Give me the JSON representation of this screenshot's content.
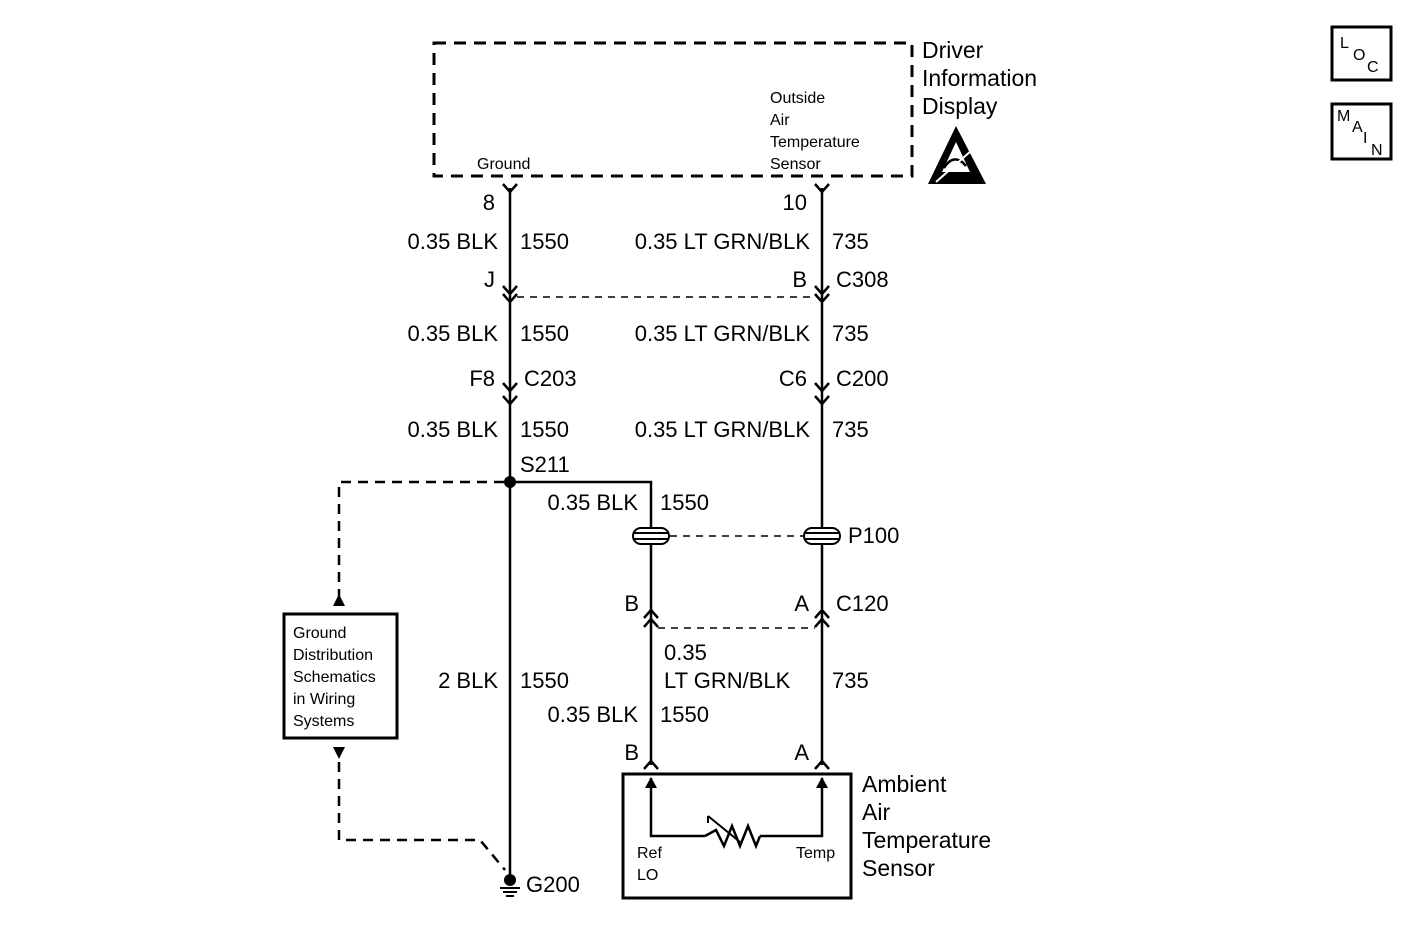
{
  "modules": {
    "driver_info_display": {
      "name_lines": [
        "Driver",
        "Information",
        "Display"
      ],
      "pin_ground": "Ground",
      "pin_oat_lines": [
        "Outside",
        "Air",
        "Temperature",
        "Sensor"
      ]
    },
    "ambient_sensor": {
      "name_lines": [
        "Ambient",
        "Air",
        "Temperature",
        "Sensor"
      ],
      "ref_lines": [
        "Ref",
        "LO"
      ],
      "temp": "Temp"
    },
    "ground_distribution": {
      "lines": [
        "Ground",
        "Distribution",
        "Schematics",
        "in Wiring",
        "Systems"
      ]
    }
  },
  "nav_buttons": {
    "loc": [
      "L",
      "O",
      "C"
    ],
    "main": [
      "M",
      "A",
      "I",
      "N"
    ]
  },
  "pins": {
    "dic_ground": "8",
    "dic_oat": "10",
    "c308_left": "J",
    "c308_right": "B",
    "c203_pin": "F8",
    "c200_pin": "C6",
    "c120_left": "B",
    "c120_right": "A",
    "sensor_left": "B",
    "sensor_right": "A"
  },
  "connectors": {
    "c308": "C308",
    "c203": "C203",
    "c200": "C200",
    "c120": "C120",
    "p100": "P100"
  },
  "splice": "S211",
  "ground": "G200",
  "wires": {
    "seg1_left_gauge": "0.35 BLK",
    "seg1_left_circuit": "1550",
    "seg1_right_gauge": "0.35 LT GRN/BLK",
    "seg1_right_circuit": "735",
    "seg2_left_gauge": "0.35 BLK",
    "seg2_left_circuit": "1550",
    "seg2_right_gauge": "0.35 LT GRN/BLK",
    "seg2_right_circuit": "735",
    "seg3_left_gauge": "0.35 BLK",
    "seg3_left_circuit": "1550",
    "seg3_right_gauge": "0.35 LT GRN/BLK",
    "seg3_right_circuit": "735",
    "branch_gauge": "0.35 BLK",
    "branch_circuit": "1550",
    "ground_gauge": "2 BLK",
    "ground_circuit": "1550",
    "lower_right_gauge_line1": "0.35",
    "lower_right_gauge_line2": "LT GRN/BLK",
    "lower_right_circuit": "735",
    "lower_left_gauge": "0.35 BLK",
    "lower_left_circuit": "1550"
  }
}
